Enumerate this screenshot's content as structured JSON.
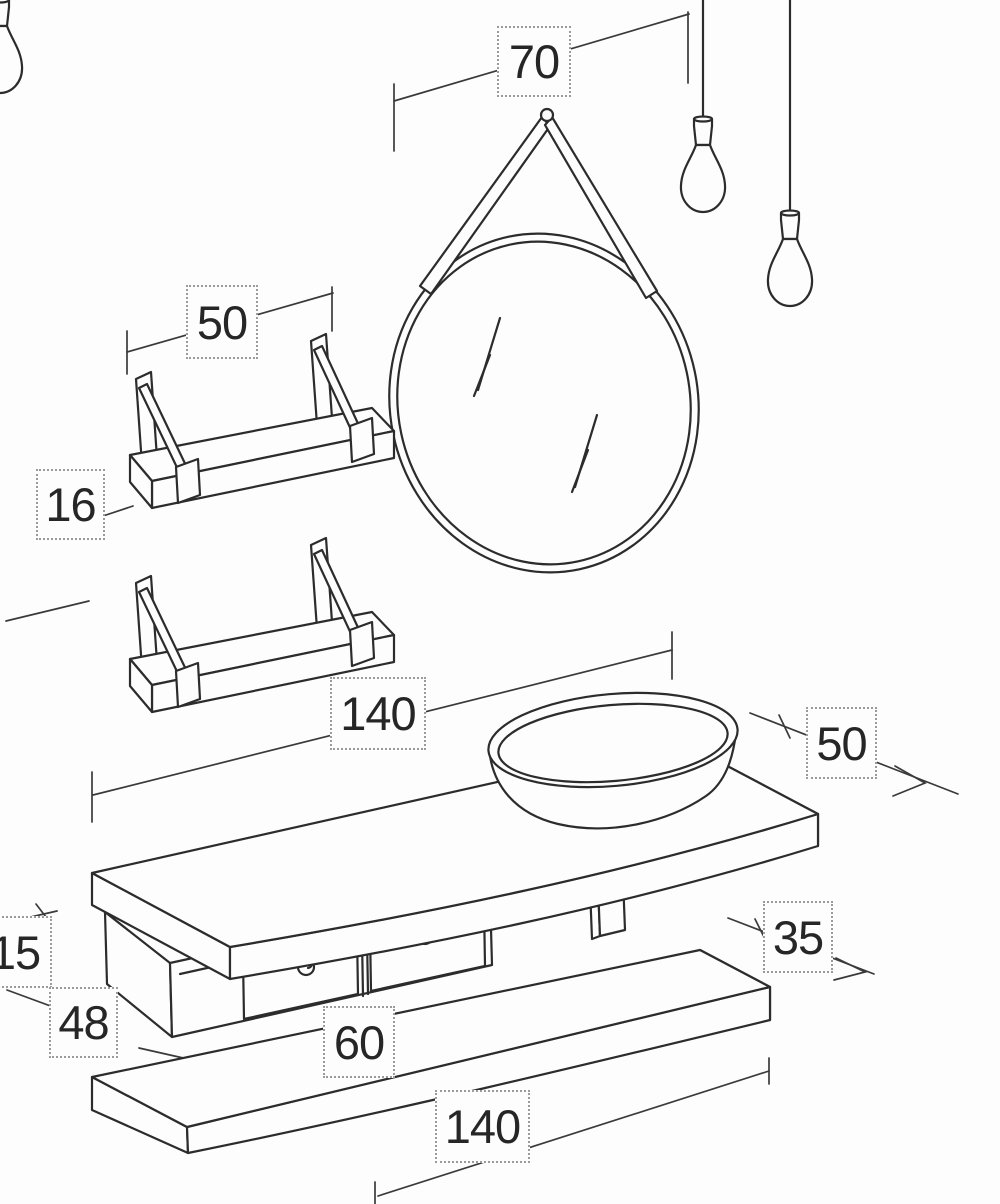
{
  "page": {
    "background": "#fdfdfd",
    "colors": {
      "line": "#2c2c2c",
      "dimension_line": "#3a3a3a",
      "label_border": "#9b9b9b",
      "label_text": "#262626"
    }
  },
  "drawing": {
    "dims": {
      "mirror_width": {
        "label": "70"
      },
      "wall_shelf_width": {
        "label": "50"
      },
      "wall_shelf_height": {
        "label": "16"
      },
      "countertop_width": {
        "label": "140"
      },
      "countertop_depth": {
        "label": "50"
      },
      "drawer_unit_height": {
        "label": "15"
      },
      "shelf_clearance": {
        "label": "48"
      },
      "drawer_unit_width": {
        "label": "60"
      },
      "lower_shelf_depth": {
        "label": "35"
      },
      "lower_shelf_width": {
        "label": "140"
      }
    }
  }
}
